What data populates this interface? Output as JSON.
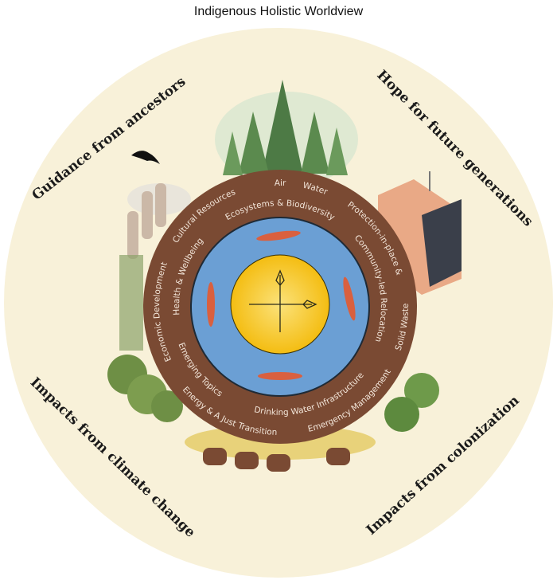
{
  "title": "Indigenous Holistic Worldview",
  "corners": {
    "top_left": "Guidance from ancestors",
    "top_right": "Hope for future generations",
    "bottom_left": "Impacts from climate change",
    "bottom_right": "Impacts from colonization"
  },
  "outer_ring": {
    "economic": "Economic Development",
    "cultural": "Cultural Resources",
    "air": "Air",
    "water": "Water",
    "protection": "Protection-in-place &",
    "solid_waste": "Solid Waste",
    "emergency": "Emergency Management",
    "energy": "Energy & A Just Transition"
  },
  "inner_ring": {
    "health": "Health & Wellbeing",
    "ecosystems": "Ecosystems & Biodiversity",
    "relocation": "Community-led Relocation",
    "drinking": "Drinking Water Infrastructure",
    "emerging": "Emerging Topics"
  },
  "colors": {
    "background": "#f8f1d9",
    "soil": "#7a4a33",
    "water": "#6b9fd4",
    "sun": "#f5c518"
  }
}
